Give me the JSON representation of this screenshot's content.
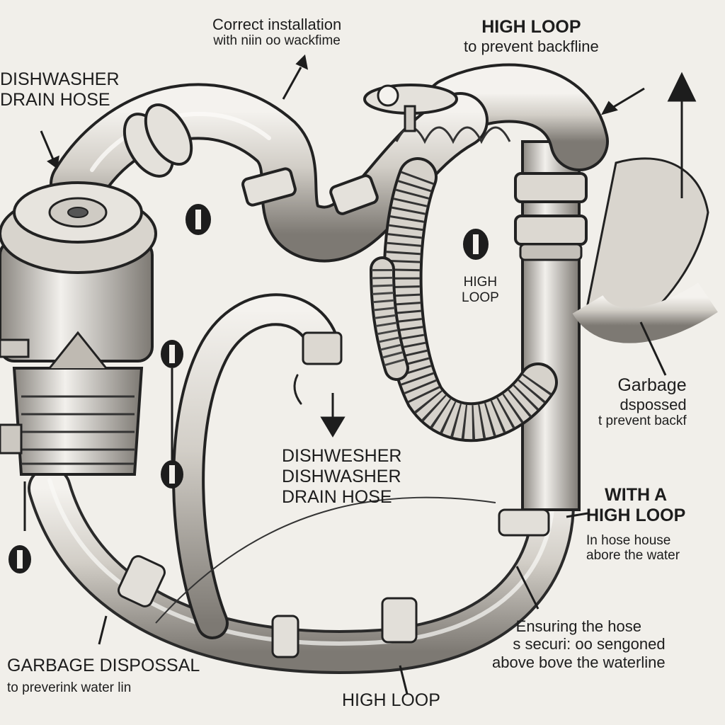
{
  "labels": {
    "top_center": {
      "line1": "Correct installation",
      "line2": "with niin oo wackfime"
    },
    "top_right": {
      "line1": "HIGH LOOP",
      "line2": "to prevent  backfline"
    },
    "top_left": {
      "line1": "DISHWASHER",
      "line2": "DRAIN HOSE"
    },
    "mid_loop": {
      "line1": "HIGH",
      "line2": "LOOP"
    },
    "right_garbage": {
      "line1": "Garbage",
      "line2": "dspossed",
      "line3": "t  prevent backf"
    },
    "center_drain": {
      "line1": "DISHWESHER",
      "line2": "DISHWASHER",
      "line3": "DRAIN HOSE"
    },
    "right_with": {
      "line1": "WITH A",
      "line2": "HIGH LOOP",
      "line3": "In hose house",
      "line4": "abore the water"
    },
    "right_bottom": {
      "line1": "Ensuring the hose",
      "line2": "s securi:  oo sengoned",
      "line3": "above bove the waterline"
    },
    "bottom_left": {
      "line1": "GARBAGE DISPOSSAL",
      "line2": "to preverink water lin"
    },
    "bottom_center": {
      "line1": "HIGH LOOP"
    }
  },
  "markers": [
    "I",
    "I",
    "I",
    "I",
    "I"
  ],
  "colors": {
    "ink": "#1d1d1d",
    "paper": "#f1efea",
    "metal_light": "#e6e3dd",
    "metal_dark": "#8a8680"
  }
}
